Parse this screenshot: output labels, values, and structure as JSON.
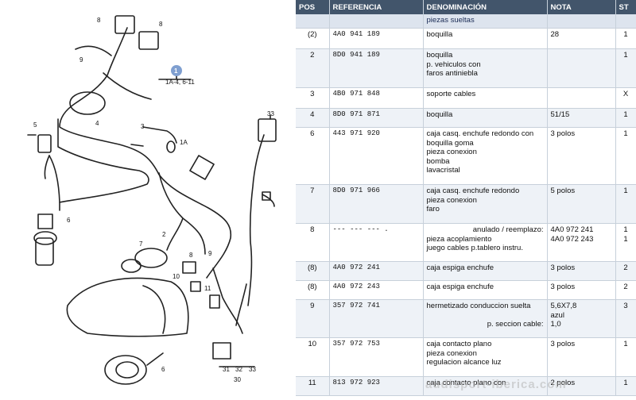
{
  "header": {
    "pos": "POS",
    "ref": "REFERENCIA",
    "den": "DENOMINACIÓN",
    "nota": "NOTA",
    "st": "ST"
  },
  "subheader": "piezas sueltas",
  "rows": [
    {
      "pos": "(2)",
      "ref": "4A0  941  189",
      "den": "boquilla",
      "nota": "28",
      "st": "1"
    },
    {
      "pos": "2",
      "ref": "8D0  941  189",
      "den": "boquilla\np. vehiculos con\nfaros antiniebla",
      "nota": "",
      "st": "1"
    },
    {
      "pos": "3",
      "ref": "4B0  971  848",
      "den": "soporte cables",
      "nota": "",
      "st": "X"
    },
    {
      "pos": "4",
      "ref": "8D0  971  871",
      "den": "boquilla",
      "nota": "51/15",
      "st": "1"
    },
    {
      "pos": "6",
      "ref": "443  971  920",
      "den": "caja casq. enchufe redondo con\nboquilla goma\npieza conexion\nbomba\nlavacristal",
      "nota": "3 polos",
      "st": "1"
    },
    {
      "pos": "7",
      "ref": "8D0  971  966",
      "den": "caja casq. enchufe redondo\npieza conexion\nfaro",
      "nota": "5 polos",
      "st": "1"
    },
    {
      "pos": "8",
      "ref": "---  ---  ---  .",
      "den_right": "anulado / reemplazo:",
      "den": "pieza acoplamiento\njuego cables p.tablero instru.",
      "nota": "4A0 972 241\n4A0 972 243",
      "st": "1\n1"
    },
    {
      "pos": "(8)",
      "ref": "4A0  972  241",
      "den": "caja espiga enchufe",
      "nota": "3 polos",
      "st": "2"
    },
    {
      "pos": "(8)",
      "ref": "4A0  972  243",
      "den": "caja espiga enchufe",
      "nota": "3 polos",
      "st": "2"
    },
    {
      "pos": "9",
      "ref": "357  972  741",
      "den": "hermetizado conduccion suelta",
      "den_tail_right": "p. seccion cable:",
      "nota": "5,6X7,8\nazul\n1,0",
      "st": "3"
    },
    {
      "pos": "10",
      "ref": "357  972  753",
      "den": "caja contacto plano\npieza conexion\nregulacion alcance luz",
      "nota": "3 polos",
      "st": "1"
    },
    {
      "pos": "11",
      "ref": "813  972  923",
      "den": "caja contacto plano con",
      "nota": "2 polos",
      "st": "1"
    }
  ],
  "diagram": {
    "callouts": [
      "1",
      "1A-4, 6-11",
      "1A",
      "2",
      "3",
      "4",
      "5",
      "6",
      "7",
      "8",
      "9",
      "10",
      "11",
      "31",
      "32",
      "33",
      "30",
      "33"
    ],
    "highlight_color": "#7f9fd0"
  },
  "watermark": "audisport-iberica.com"
}
